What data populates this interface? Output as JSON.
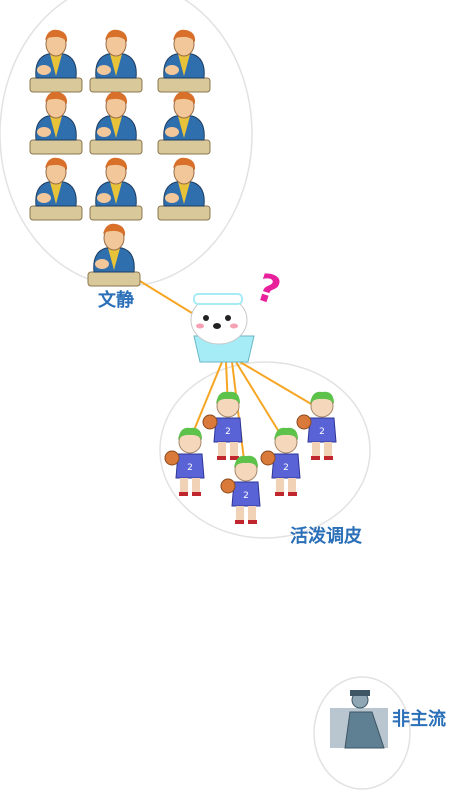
{
  "groups": {
    "quiet": {
      "label": "文静",
      "member_count": 10
    },
    "active": {
      "label": "活泼调皮",
      "member_count": 5
    },
    "non_mainstream": {
      "label": "非主流",
      "member_count": 1
    }
  },
  "center": {
    "question_mark": "?"
  },
  "colors": {
    "connector": "#f6a623",
    "label": "#2a6fb8",
    "circle_outline": "#e2e2e2",
    "question_mark": "#e8209b",
    "boy_shirt": "#5a63d6",
    "boy_hair": "#5cc24a",
    "man_coat": "#2f6fae",
    "bear_shirt": "#a6ecf7"
  }
}
